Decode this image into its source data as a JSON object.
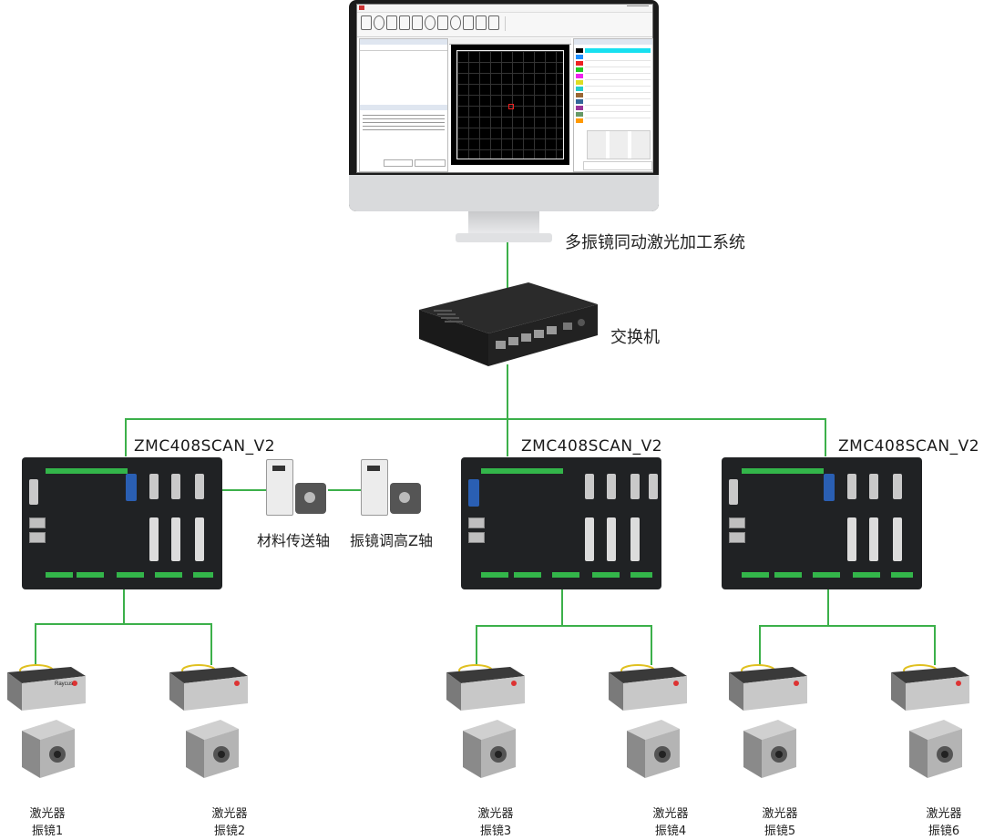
{
  "system_label": "多振镜同动激光加工系统",
  "switch_label": "交换机",
  "controller_label": "ZMC408SCAN_V2",
  "controllers": [
    {
      "name": "ZMC408SCAN_V2"
    },
    {
      "name": "ZMC408SCAN_V2"
    },
    {
      "name": "ZMC408SCAN_V2"
    }
  ],
  "axes": [
    {
      "label": "材料传送轴"
    },
    {
      "label": "振镜调高Z轴"
    }
  ],
  "units": [
    {
      "laser": "激光器",
      "galvo": "振镜1"
    },
    {
      "laser": "激光器",
      "galvo": "振镜2"
    },
    {
      "laser": "激光器",
      "galvo": "振镜3"
    },
    {
      "laser": "激光器",
      "galvo": "振镜4"
    },
    {
      "laser": "激光器",
      "galvo": "振镜5"
    },
    {
      "laser": "激光器",
      "galvo": "振镜6"
    }
  ],
  "laser_brand": "Raycus",
  "colors": {
    "wire": "#3cb04a",
    "controller": "#202224",
    "terminal": "#33b54a",
    "fiber": "#e0c020"
  }
}
